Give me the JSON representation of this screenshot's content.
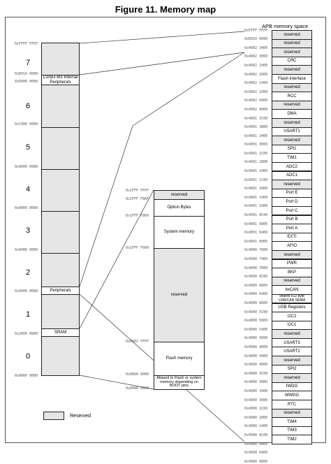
{
  "title": "Figure 11. Memory map",
  "apb_title": "APB memory space",
  "legend_label": "Reserved",
  "main_map": {
    "top_address": "0xFFFF FFFF",
    "numbers": [
      "7",
      "6",
      "5",
      "4",
      "3",
      "2",
      "1",
      "0"
    ],
    "blocks": [
      {
        "label": "",
        "fill": "gray"
      },
      {
        "label": "Cortex-M3 Internal Peripherals",
        "fill": "white"
      },
      {
        "label": "",
        "fill": "gray"
      },
      {
        "label": "",
        "fill": "gray"
      },
      {
        "label": "",
        "fill": "gray"
      },
      {
        "label": "",
        "fill": "gray"
      },
      {
        "label": "",
        "fill": "gray"
      },
      {
        "label": "Peripherals",
        "fill": "white"
      },
      {
        "label": "",
        "fill": "gray"
      },
      {
        "label": "SRAM",
        "fill": "white"
      },
      {
        "label": "",
        "fill": "gray"
      }
    ],
    "addresses": [
      "0xE010 0000",
      "0xE000 0000",
      "0xC000 0000",
      "0xA000 0000",
      "0x8000 0000",
      "0x6000 0000",
      "0x4000 0000",
      "0x2000 0000",
      "0x0000 0000"
    ]
  },
  "code_map": {
    "blocks": [
      {
        "label": "reserved",
        "fill": "gray"
      },
      {
        "label": "Option Bytes",
        "fill": "white"
      },
      {
        "label": "System memory",
        "fill": "white"
      },
      {
        "label": "reserved",
        "fill": "gray"
      },
      {
        "label": "Flash memory",
        "fill": "white"
      },
      {
        "label": "Aliased to Flash or system memory depending on BOOT pins",
        "fill": "white"
      }
    ],
    "addresses": [
      "0x1FFF FFFF",
      "0x1FFF F80F",
      "0x1FFF F800",
      "0x1FFF F000",
      "0x0801 FFFF",
      "0x0800 0000",
      "0x0000 0000"
    ]
  },
  "apb": {
    "top_address": "0xFFFF FFFF",
    "blocks": [
      {
        "label": "reserved",
        "fill": "gray"
      },
      {
        "label": "reserved",
        "fill": "gray"
      },
      {
        "label": "reserved",
        "fill": "gray"
      },
      {
        "label": "CRC",
        "fill": "white"
      },
      {
        "label": "reserved",
        "fill": "gray"
      },
      {
        "label": "Flash Interface",
        "fill": "white"
      },
      {
        "label": "reserved",
        "fill": "gray"
      },
      {
        "label": "RCC",
        "fill": "white"
      },
      {
        "label": "reserved",
        "fill": "gray"
      },
      {
        "label": "DMA",
        "fill": "white"
      },
      {
        "label": "reserved",
        "fill": "gray"
      },
      {
        "label": "USART1",
        "fill": "white"
      },
      {
        "label": "reserved",
        "fill": "gray"
      },
      {
        "label": "SPI1",
        "fill": "white"
      },
      {
        "label": "TIM1",
        "fill": "white"
      },
      {
        "label": "ADC2",
        "fill": "white"
      },
      {
        "label": "ADC1",
        "fill": "white"
      },
      {
        "label": "reserved",
        "fill": "gray"
      },
      {
        "label": "Port E",
        "fill": "white"
      },
      {
        "label": "Port D",
        "fill": "white"
      },
      {
        "label": "Port C",
        "fill": "white"
      },
      {
        "label": "Port B",
        "fill": "white"
      },
      {
        "label": "Port A",
        "fill": "white"
      },
      {
        "label": "EXTI",
        "fill": "white"
      },
      {
        "label": "AFIO",
        "fill": "white"
      },
      {
        "label": "reserved",
        "fill": "gray"
      },
      {
        "label": "PWR",
        "fill": "white"
      },
      {
        "label": "BKP",
        "fill": "white"
      },
      {
        "label": "reserved",
        "fill": "gray"
      },
      {
        "label": "bxCAN",
        "fill": "white"
      },
      {
        "label": "shared 512 byte USB/CAN SRAM",
        "fill": "white"
      },
      {
        "label": "USB Registers",
        "fill": "white"
      },
      {
        "label": "I2C2",
        "fill": "white"
      },
      {
        "label": "I2C1",
        "fill": "white"
      },
      {
        "label": "reserved",
        "fill": "gray"
      },
      {
        "label": "USART3",
        "fill": "white"
      },
      {
        "label": "USART2",
        "fill": "white"
      },
      {
        "label": "reserved",
        "fill": "gray"
      },
      {
        "label": "SPI2",
        "fill": "white"
      },
      {
        "label": "reserved",
        "fill": "gray"
      },
      {
        "label": "IWDG",
        "fill": "white"
      },
      {
        "label": "WWDG",
        "fill": "white"
      },
      {
        "label": "RTC",
        "fill": "white"
      },
      {
        "label": "reserved",
        "fill": "gray"
      },
      {
        "label": "TIM4",
        "fill": "white"
      },
      {
        "label": "TIM3",
        "fill": "white"
      },
      {
        "label": "TIM2",
        "fill": "white"
      }
    ],
    "addresses": [
      "0xE010 0000",
      "0x4002 3400",
      "0x4002 3000",
      "0x4002 2400",
      "0x4002 2000",
      "0x4002 1400",
      "0x4002 1000",
      "0x4002 0400",
      "0x4002 0000",
      "0x4001 3C00",
      "0x4001 3800",
      "0x4001 3400",
      "0x4001 3000",
      "0x4001 2C00",
      "0x4001 2800",
      "0x4001 2400",
      "0x4001 1C00",
      "0x4001 1800",
      "0x4001 1400",
      "0x4001 1000",
      "0x4001 0C00",
      "0x4001 0800",
      "0x4001 0400",
      "0x4001 0000",
      "0x4000 7800",
      "0x4000 7400",
      "0x4000 7000",
      "0x4000 6C00",
      "0x4000 6800",
      "0x4000 6400",
      "0x4000 6000",
      "0x4000 5C00",
      "0x4000 5800",
      "0x4000 5400",
      "0x4000 5000",
      "0x4000 4800",
      "0x4000 4400",
      "0x4000 4000",
      "0x4000 3C00",
      "0x4000 3800",
      "0x4000 3400",
      "0x4000 3000",
      "0x4000 2C00",
      "0x4000 2800",
      "0x4000 1400",
      "0x4000 0C00",
      "0x4000 0800",
      "0x4000 0400",
      "0x4000 0000"
    ]
  }
}
